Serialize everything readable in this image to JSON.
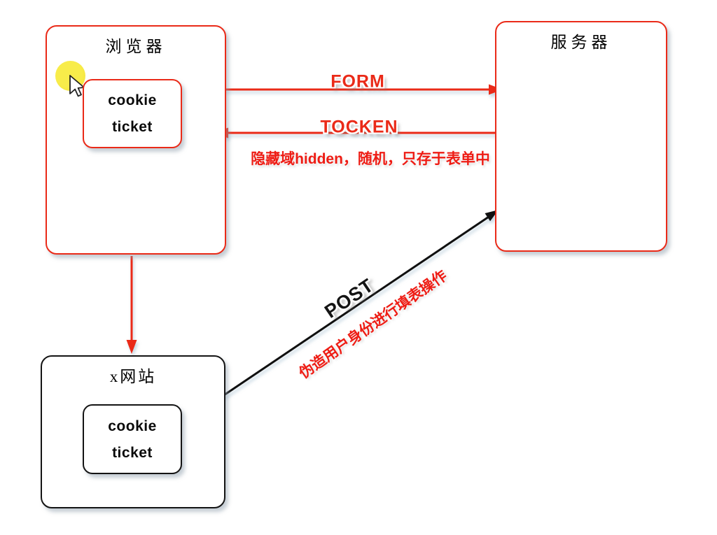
{
  "diagram": {
    "background": "#ffffff",
    "colors": {
      "accent_red": "#ea2a18",
      "line_black": "#101010",
      "highlight_yellow": "#f6e73c"
    },
    "boxes": {
      "browser": {
        "title": "浏览器"
      },
      "server": {
        "title": "服务器"
      },
      "xsite": {
        "title": "x网站"
      },
      "browser_inner": {
        "line1": "cookie",
        "line2": "ticket"
      },
      "xsite_inner": {
        "line1": "cookie",
        "line2": "ticket"
      }
    },
    "arrows": {
      "form": {
        "label": "FORM"
      },
      "tocken": {
        "label": "TOCKEN"
      },
      "post": {
        "label": "POST"
      }
    },
    "notes": {
      "hidden_field": "隐藏域hidden，随机，只存于表单中",
      "forge_identity": "伪造用户身份进行填表操作"
    },
    "icons": {
      "mouse_pointer": "cursor-arrow-icon",
      "click_highlight": "yellow-click-highlight"
    }
  }
}
